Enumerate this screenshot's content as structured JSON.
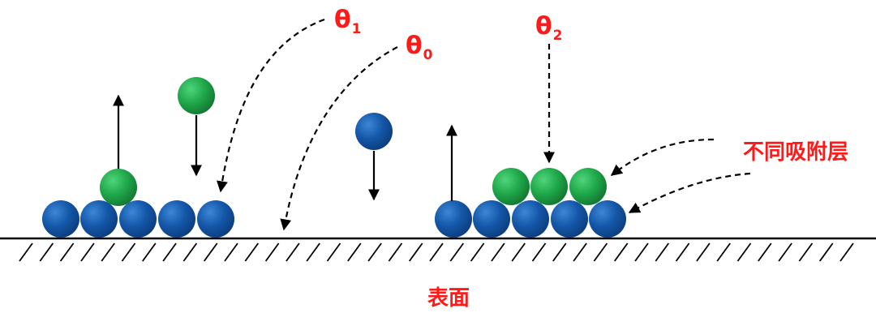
{
  "labels": {
    "theta1": {
      "base": "θ",
      "sub": "1"
    },
    "theta0": {
      "base": "θ",
      "sub": "0"
    },
    "theta2": {
      "base": "θ",
      "sub": "2"
    },
    "layers": "不同吸附层",
    "surface": "表面"
  },
  "colors": {
    "blue": "#1457a8",
    "green": "#1fa84a",
    "label": "#ff1a1a",
    "line": "#000000"
  }
}
